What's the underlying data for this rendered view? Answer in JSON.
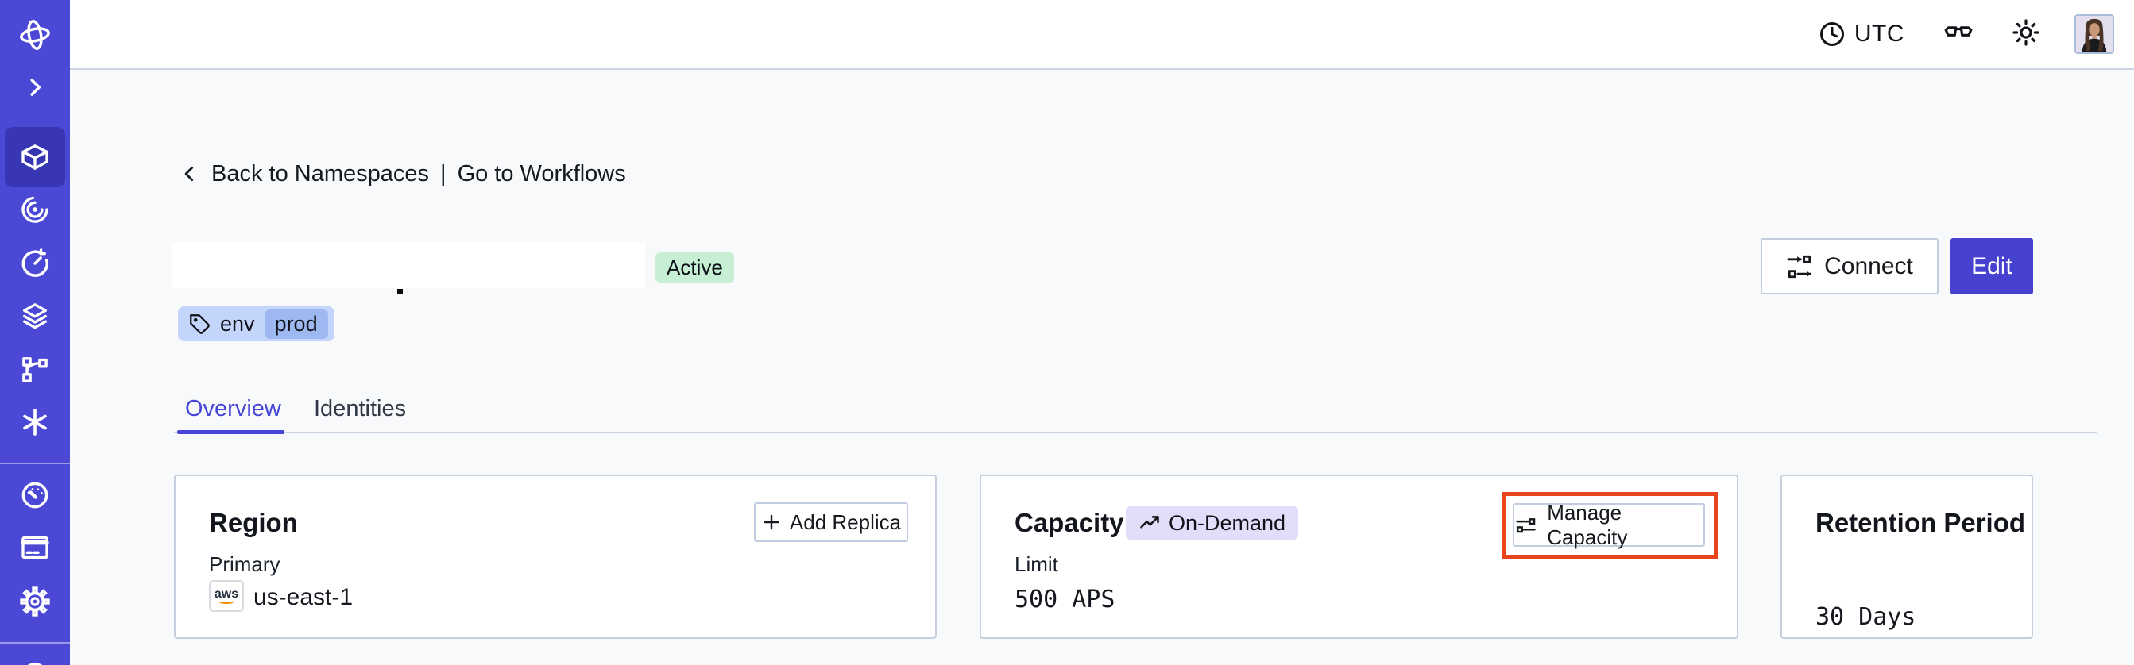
{
  "topbar": {
    "timezone": "UTC",
    "icons": [
      "clock-icon",
      "glasses-icon",
      "brightness-icon",
      "avatar"
    ]
  },
  "sidebar": {
    "items": [
      {
        "icon": "temporal-logo-icon"
      },
      {
        "icon": "chevron-right-expand-icon"
      },
      {
        "icon": "namespaces-cube-icon",
        "active": true
      },
      {
        "icon": "workflows-spiral-icon"
      },
      {
        "icon": "schedules-timer-icon"
      },
      {
        "icon": "deployments-layers-icon"
      },
      {
        "icon": "batch-branch-icon"
      },
      {
        "icon": "nexus-asterisk-icon"
      },
      {
        "icon": "usage-gauge-icon"
      },
      {
        "icon": "billing-card-icon"
      },
      {
        "icon": "settings-gear-icon"
      },
      {
        "icon": "profile-circle-icon"
      }
    ]
  },
  "back_nav": {
    "back_label": "Back to Namespaces",
    "separator": "|",
    "workflows_label": "Go to Workflows"
  },
  "namespace": {
    "status": "Active",
    "tag_key": "env",
    "tag_value": "prod"
  },
  "actions": {
    "connect_label": "Connect",
    "edit_label": "Edit"
  },
  "tabs": [
    {
      "label": "Overview",
      "active": true
    },
    {
      "label": "Identities",
      "active": false
    }
  ],
  "cards": {
    "region": {
      "title": "Region",
      "button_label": "Add Replica",
      "label": "Primary",
      "provider": "aws",
      "value": "us-east-1"
    },
    "capacity": {
      "title": "Capacity",
      "badge": "On-Demand",
      "button_label": "Manage Capacity",
      "label": "Limit",
      "value": "500 APS"
    },
    "retention": {
      "title": "Retention Period",
      "value": "30 Days"
    }
  },
  "colors": {
    "sidebar": "#4B48D6",
    "accent_indigo": "#4845D9",
    "edit_button": "#4642CF",
    "active_badge_bg": "#C7EFD4",
    "tag_chip_bg": "#C3D5FB",
    "tag_value_bg": "#9EB8F2",
    "on_demand_badge_bg": "#E4DDFA",
    "annotation_red": "#E8431A",
    "page_bg": "#F8F9FB",
    "card_border": "#C5CFDF"
  }
}
